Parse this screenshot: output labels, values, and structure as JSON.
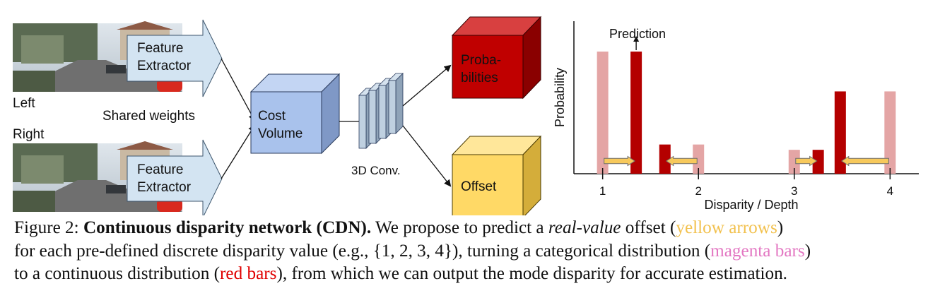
{
  "diagram": {
    "left_label": "Left",
    "right_label": "Right",
    "shared_weights": "Shared weights",
    "feature_extractor_line1": "Feature",
    "feature_extractor_line2": "Extractor",
    "cost_volume_line1": "Cost",
    "cost_volume_line2": "Volume",
    "conv3d": "3D Conv.",
    "probabilities_line1": "Proba-",
    "probabilities_line2": "bilities",
    "offset": "Offset",
    "prediction": "Prediction"
  },
  "colors": {
    "extractor_arrow": "#d3e4f2",
    "cost_volume": "#a9c2ec",
    "probabilities": "#c00000",
    "offset": "#ffd966",
    "magenta_bar": "#e4a5a5",
    "red_bar": "#b40000",
    "yellow_arrow": "#f7c95c",
    "caption_yellow": "#f2c14e",
    "caption_magenta": "#e377c2",
    "caption_red": "#e00000"
  },
  "chart_data": {
    "type": "bar",
    "xlabel": "Disparity / Depth",
    "ylabel": "Probability",
    "x_ticks": [
      1,
      2,
      3,
      4
    ],
    "xlim": [
      0.7,
      4.3
    ],
    "ylim": [
      0,
      1
    ],
    "series": [
      {
        "name": "magenta bars",
        "x": [
          1,
          2,
          3,
          4
        ],
        "values": [
          0.92,
          0.22,
          0.18,
          0.62
        ]
      },
      {
        "name": "red bars",
        "x": [
          1.35,
          1.65,
          3.25,
          3.48
        ],
        "values": [
          0.92,
          0.22,
          0.18,
          0.62
        ]
      }
    ],
    "offsets": [
      0.35,
      -0.35,
      0.25,
      -0.52
    ],
    "annotation": "Prediction"
  },
  "caption": {
    "fig_label": "Figure 2: ",
    "bold_title": "Continuous disparity network (CDN).",
    "t1": " We propose to predict a ",
    "italic_text": "real-value",
    "t2": " offset (",
    "yellow_text": "yellow arrows",
    "t3": ")",
    "t4": "for each pre-defined discrete disparity value (e.g., {1, 2, 3, 4}), turning a categorical distribution (",
    "magenta_text": "magenta bars",
    "t5": ")",
    "t6": "to a continuous distribution (",
    "red_text": "red bars",
    "t7": "), from which we can output the mode disparity for accurate estimation."
  }
}
